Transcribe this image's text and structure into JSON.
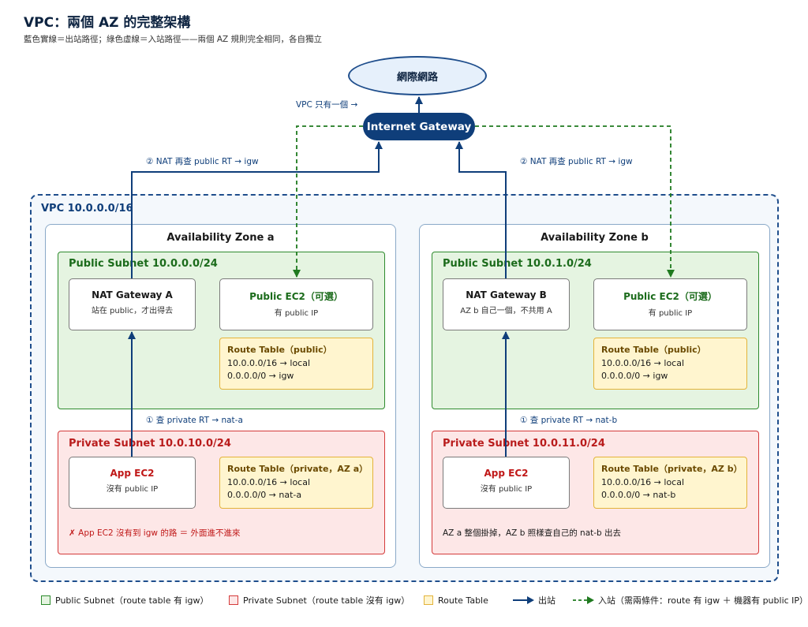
{
  "title": "VPC：兩個 AZ 的完整架構",
  "subtitle": "藍色實線＝出站路徑；綠色虛線＝入站路徑——兩個 AZ 規則完全相同，各自獨立",
  "internet": "網際網路",
  "igw": {
    "label": "Internet Gateway",
    "note": "VPC 只有一個 →"
  },
  "vpc": {
    "label": "VPC 10.0.0.0/16"
  },
  "az_a": {
    "title": "Availability Zone a",
    "public_subnet": "Public Subnet 10.0.0.0/24",
    "private_subnet": "Private Subnet 10.0.10.0/24",
    "nat": {
      "title": "NAT Gateway A",
      "sub": "站在 public，才出得去"
    },
    "pub_ec2": {
      "title": "Public EC2（可選）",
      "sub": "有 public IP"
    },
    "pub_rt": {
      "title": "Route Table（public）",
      "rows": [
        "10.0.0.0/16 → local",
        "0.0.0.0/0 → igw"
      ]
    },
    "app": {
      "title": "App EC2",
      "sub": "沒有 public IP"
    },
    "priv_rt": {
      "title": "Route Table（private，AZ a）",
      "rows": [
        "10.0.0.0/16 → local",
        "0.0.0.0/0 → nat-a"
      ]
    },
    "step1": "① 查 private RT → nat-a",
    "step2": "② NAT 再查 public RT → igw",
    "footnote": "✗ App EC2 沒有到 igw 的路 ＝ 外面進不進來"
  },
  "az_b": {
    "title": "Availability Zone b",
    "public_subnet": "Public Subnet 10.0.1.0/24",
    "private_subnet": "Private Subnet 10.0.11.0/24",
    "nat": {
      "title": "NAT Gateway B",
      "sub": "AZ b 自己一個，不共用 A"
    },
    "pub_ec2": {
      "title": "Public EC2（可選）",
      "sub": "有 public IP"
    },
    "pub_rt": {
      "title": "Route Table（public）",
      "rows": [
        "10.0.0.0/16 → local",
        "0.0.0.0/0 → igw"
      ]
    },
    "app": {
      "title": "App EC2",
      "sub": "沒有 public IP"
    },
    "priv_rt": {
      "title": "Route Table（private，AZ b）",
      "rows": [
        "10.0.0.0/16 → local",
        "0.0.0.0/0 → nat-b"
      ]
    },
    "step1": "① 查 private RT → nat-b",
    "step2": "② NAT 再查 public RT → igw",
    "footnote": "AZ a 整個掛掉，AZ b 照樣查自己的 nat-b 出去"
  },
  "legend": {
    "public": "Public Subnet（route table 有 igw）",
    "private": "Private Subnet（route table 沒有 igw）",
    "rt": "Route Table",
    "out": "出站",
    "in": "入站（需兩條件：route 有 igw ＋ 機器有 public IP）"
  },
  "colors": {
    "outbound": "#0f3e7a",
    "inbound": "#1f7a1f",
    "public": "#2e8b2e",
    "private": "#d43a3a",
    "route_table": "#e3b33a"
  }
}
